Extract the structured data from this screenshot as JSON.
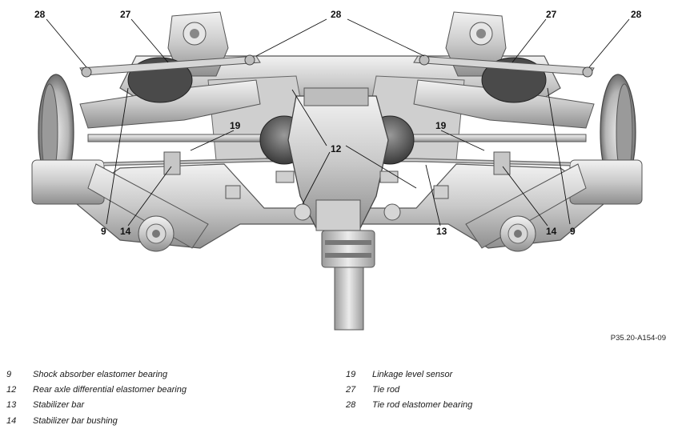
{
  "figure_id": "P35.20-A154-09",
  "callouts": {
    "c28": "28",
    "c27": "27",
    "c19": "19",
    "c12": "12",
    "c9": "9",
    "c14": "14",
    "c13": "13"
  },
  "legend_left": [
    {
      "num": "9",
      "text": "Shock absorber elastomer bearing"
    },
    {
      "num": "12",
      "text": "Rear axle differential elastomer bearing"
    },
    {
      "num": "13",
      "text": "Stabilizer bar"
    },
    {
      "num": "14",
      "text": "Stabilizer bar bushing"
    }
  ],
  "legend_right": [
    {
      "num": "19",
      "text": "Linkage level sensor"
    },
    {
      "num": "27",
      "text": "Tie rod"
    },
    {
      "num": "28",
      "text": "Tie rod elastomer bearing"
    }
  ]
}
